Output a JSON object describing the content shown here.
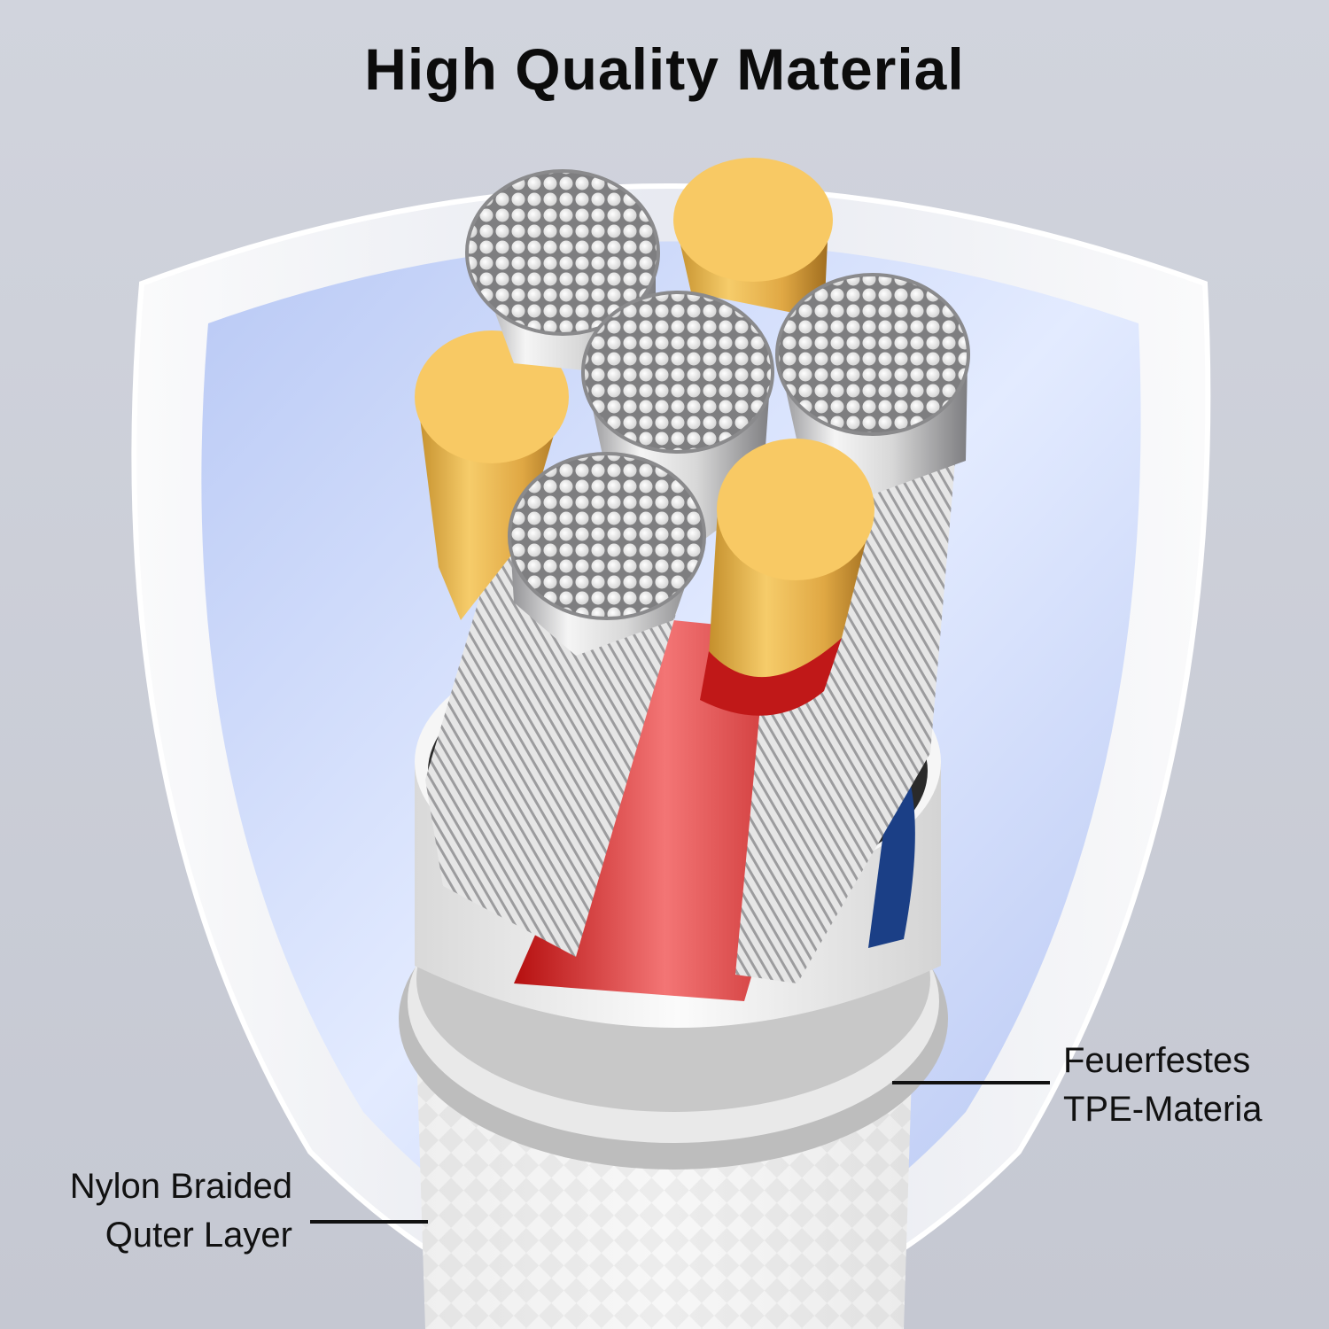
{
  "header": {
    "title": "High Quality Material"
  },
  "callouts": {
    "tpe": {
      "line1": "Feuerfestes",
      "line2": "TPE-Materia"
    },
    "nylon": {
      "line1": "Nylon Braided",
      "line2": "Quter Layer"
    }
  },
  "colors": {
    "background": "#c9ccd6",
    "shield_fill": "#cfdcff",
    "copper_gold": "#f7c460",
    "conductor_red": "#d81c1c",
    "conductor_blue": "#1b3f86",
    "jacket_white": "#f2f2f2"
  },
  "icons": [
    "shield-icon"
  ]
}
